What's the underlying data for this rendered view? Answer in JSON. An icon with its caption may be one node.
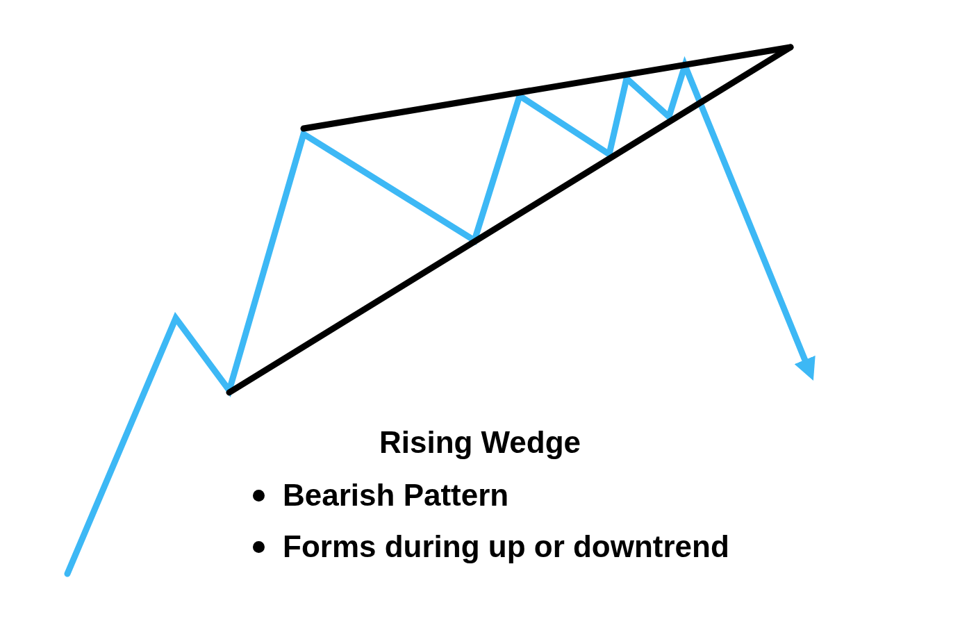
{
  "diagram": {
    "title": "Rising Wedge",
    "labels": [
      "Bearish Pattern",
      "Forms during up or downtrend"
    ]
  }
}
